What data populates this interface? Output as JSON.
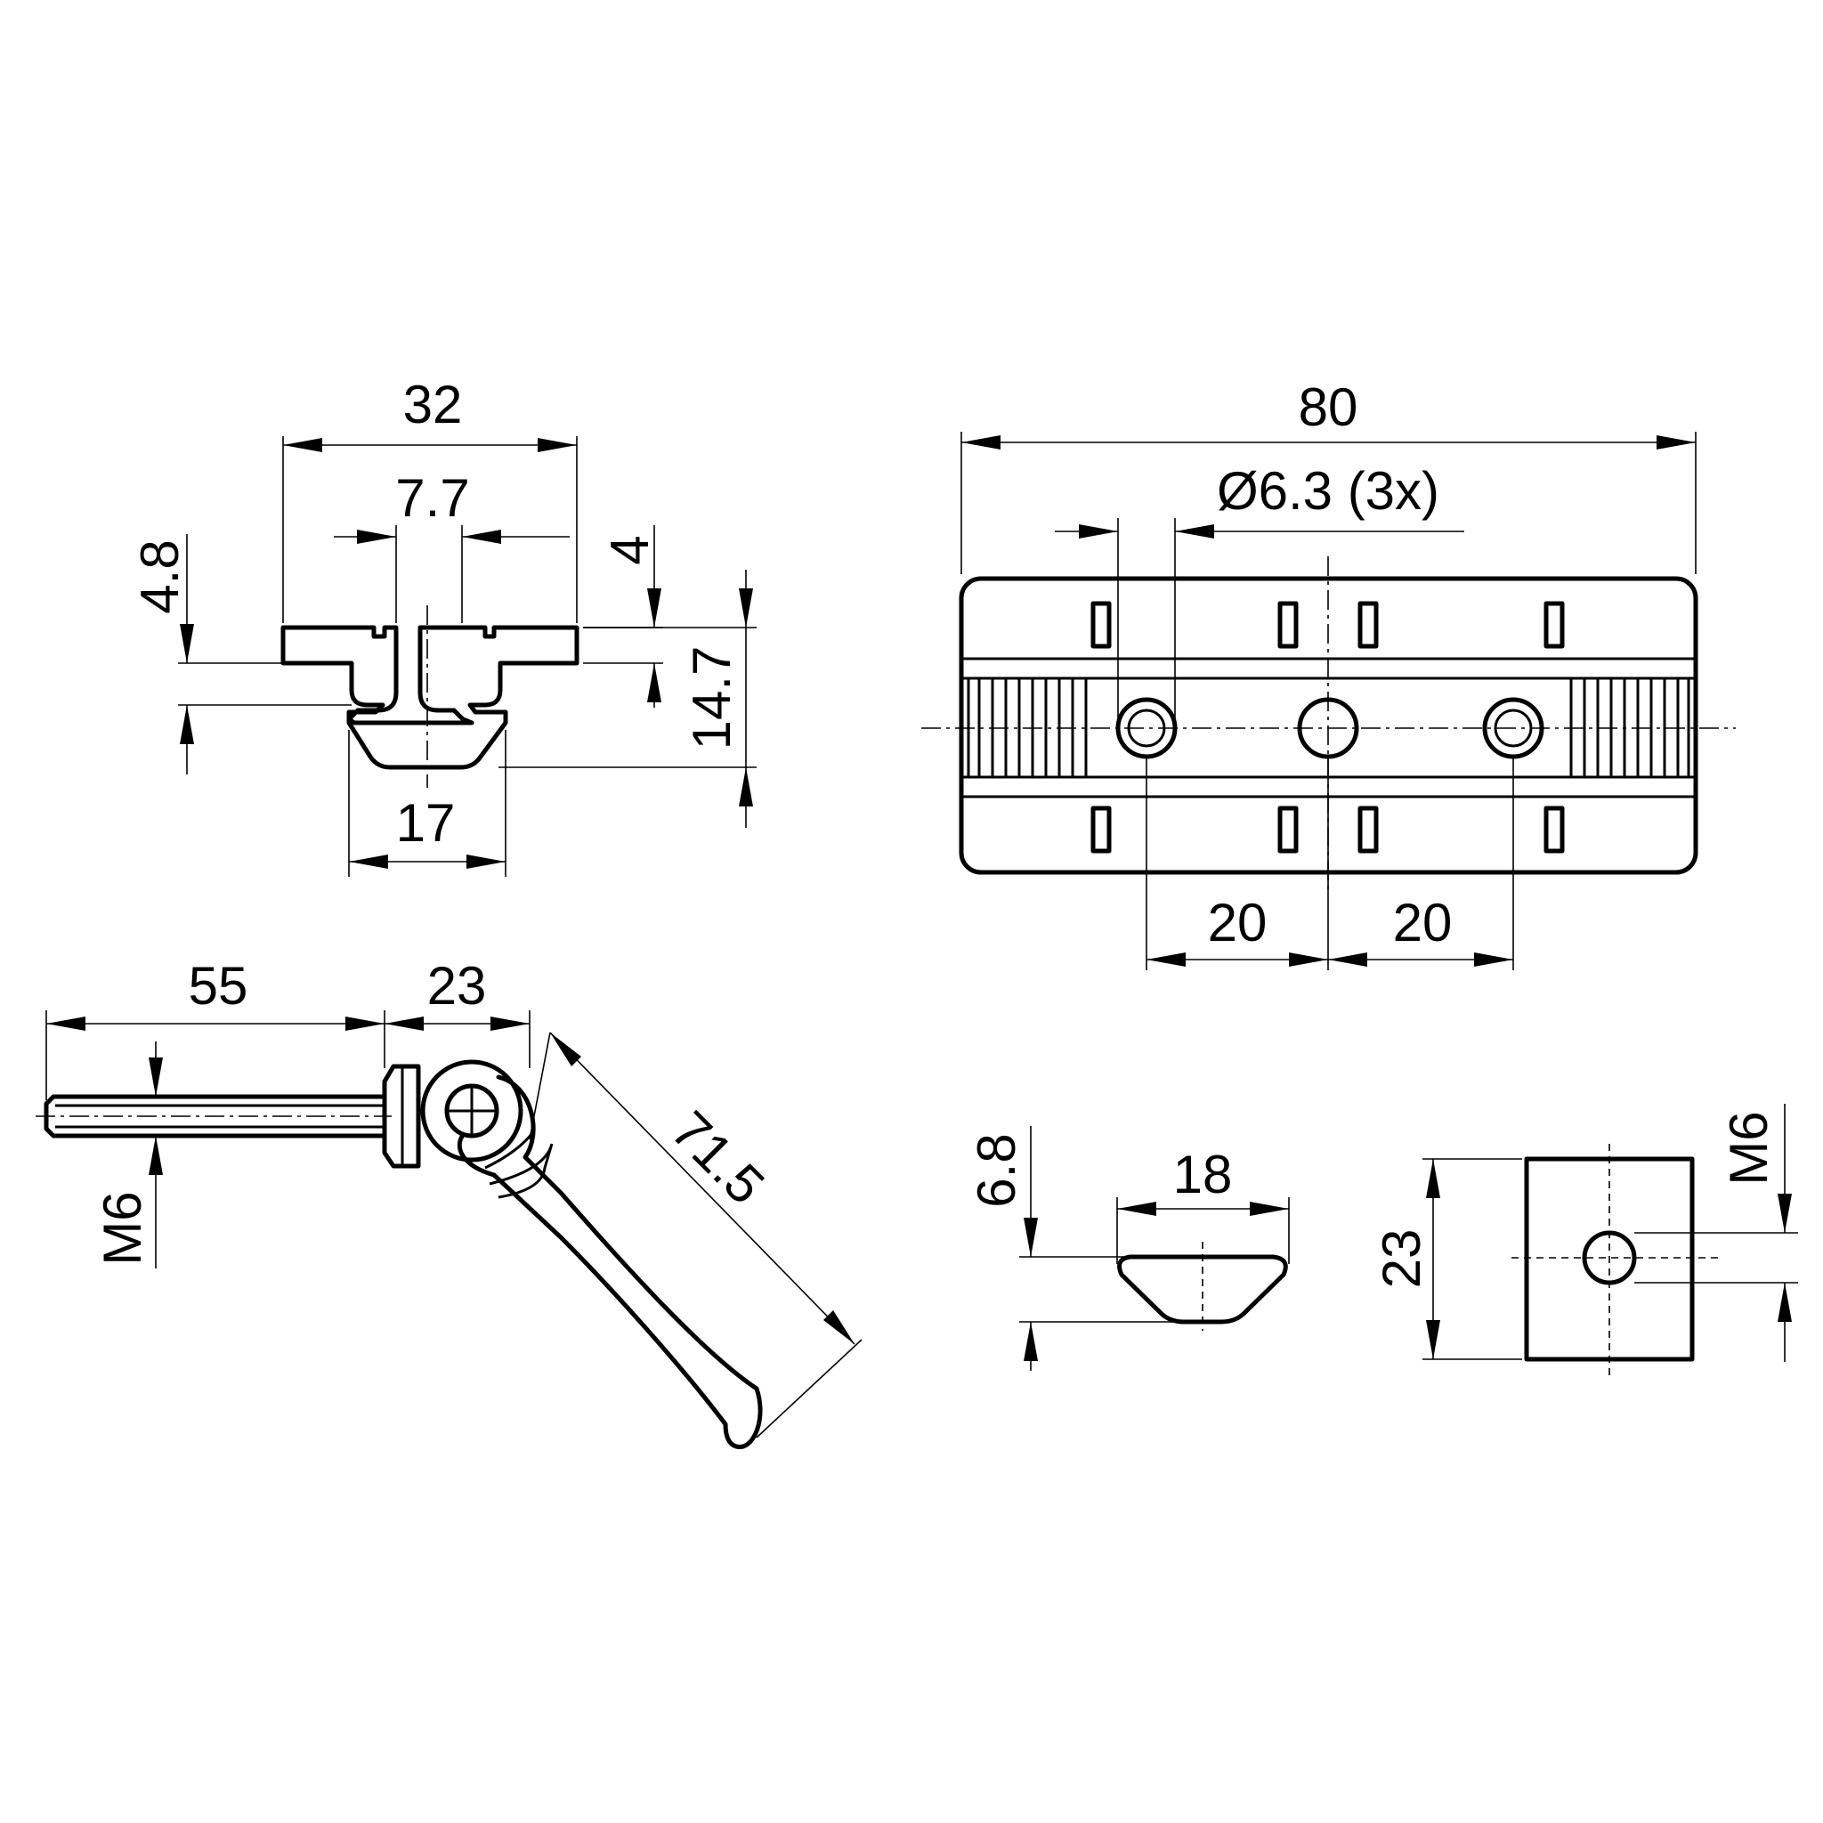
{
  "diagram": {
    "views": {
      "slot_nut_front": {
        "dims": {
          "overall_width": "32",
          "slot_width": "7.7",
          "flange_thickness": "4.8",
          "top_offset": "4",
          "height": "14.7",
          "base_width": "17"
        }
      },
      "connector_plate_top": {
        "dims": {
          "length": "80",
          "hole_diameter": "Ø6.3 (3x)",
          "spacing_left": "20",
          "spacing_right": "20"
        }
      },
      "clamping_lever_side": {
        "dims": {
          "thread_length": "55",
          "head_length": "23",
          "lever_length": "71.5",
          "thread_size": "M6"
        }
      },
      "wedge_nut_front": {
        "dims": {
          "height": "6.8",
          "width": "18"
        }
      },
      "wedge_nut_top": {
        "dims": {
          "length": "23",
          "thread_size": "M6"
        }
      }
    }
  }
}
